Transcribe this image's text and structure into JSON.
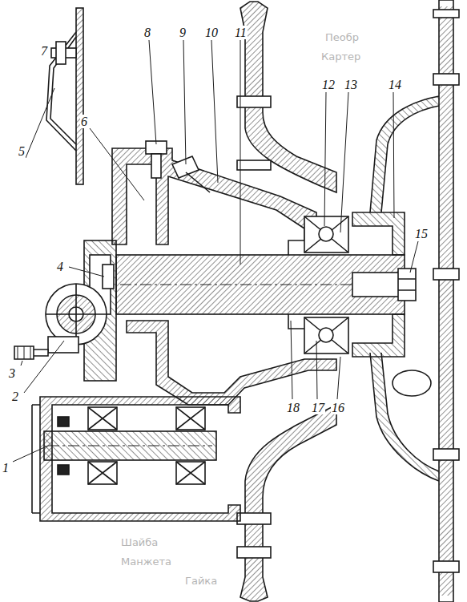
{
  "diagram": {
    "labels": [
      "7",
      "8",
      "9",
      "10",
      "11",
      "12",
      "13",
      "14",
      "6",
      "5",
      "4",
      "15",
      "3",
      "2",
      "1",
      "18",
      "17",
      "16",
      "Пеобр",
      "Картер",
      "Шайба",
      "Манжета",
      "Гайка"
    ]
  }
}
